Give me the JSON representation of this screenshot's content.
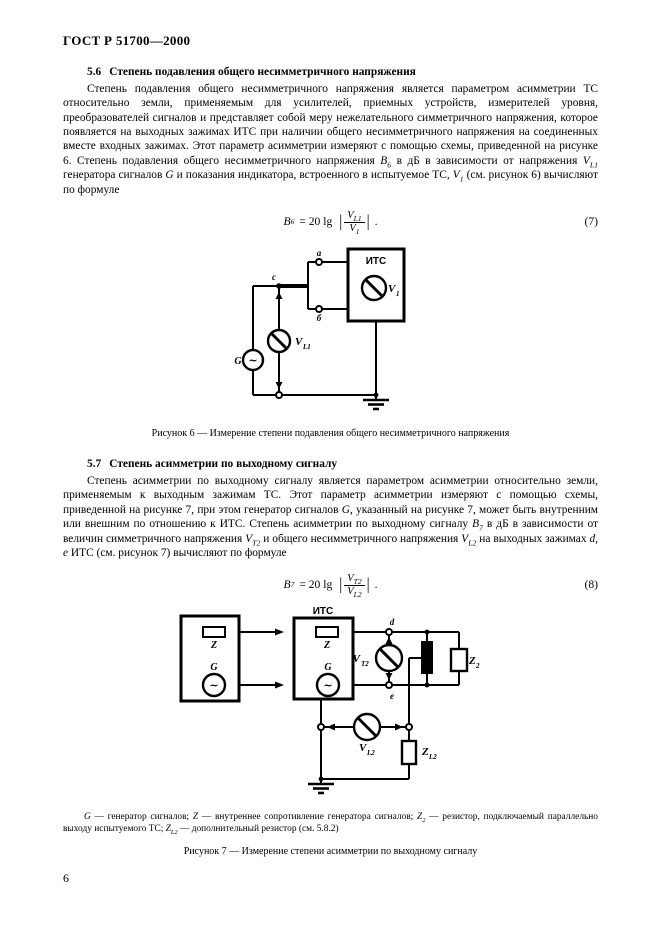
{
  "page": {
    "header": "ГОСТ Р 51700—2000",
    "number": "6"
  },
  "section_5_6": {
    "num": "5.6",
    "title": "Степень подавления общего несимметричного напряжения",
    "body": [
      {
        "t": "Степень подавления общего несимметричного напряжения является параметром асимметрии ТС относительно земли, применяемым для усилителей, приемных устройств, измерителей уровня, преобразователей сигналов и представляет собой меру нежелательного симметричного напряжения, которое появляется на выходных зажимах ИТС при наличии общего несимметричного напряжения на соединенных вместе входных зажимах. Этот параметр асимметрии измеряют с помощью схемы, приведенной на рисунке 6. Степень подавления общего несимметричного напряжения "
      },
      {
        "t": "B",
        "i": 1
      },
      {
        "t": "6",
        "i": 1,
        "sub": 1
      },
      {
        "t": " в дБ в зависимости от напряжения "
      },
      {
        "t": "V",
        "i": 1
      },
      {
        "t": "L1",
        "i": 1,
        "sub": 1
      },
      {
        "t": " генератора сигналов "
      },
      {
        "t": "G",
        "i": 1
      },
      {
        "t": " и показания индикатора, встроенного в испытуемое ТС, "
      },
      {
        "t": "V",
        "i": 1
      },
      {
        "t": "1",
        "i": 1,
        "sub": 1
      },
      {
        "t": " (см. рисунок 6) вычисляют по формуле"
      }
    ]
  },
  "formula_7": {
    "lhs": "B",
    "lhs_sub": "6",
    "rel": "= 20 lg",
    "pipe": "|",
    "num": "V",
    "num_sub": "L1",
    "den": "V",
    "den_sub": "1",
    "period": ".",
    "tag": "(7)"
  },
  "figure_6": {
    "caption": "Рисунок 6 — Измерение степени подавления общего несимметричного напряжения",
    "labels": {
      "device": "ИТС",
      "generator": "G",
      "tilde": "~",
      "v1": "V",
      "v1_sub": "1",
      "vl1": "V",
      "vl1_sub": "L1",
      "term_a": "а",
      "term_b": "б",
      "term_c": "с"
    }
  },
  "section_5_7": {
    "num": "5.7",
    "title": "Степень асимметрии по выходному сигналу",
    "body": [
      {
        "t": "Степень асимметрии по выходному сигналу является параметром асимметрии относительно земли, применяемым к выходным зажимам ТС. Этот параметр асимметрии измеряют с помощью схемы, приведенной на рисунке 7, при этом генератор сигналов "
      },
      {
        "t": "G",
        "i": 1
      },
      {
        "t": ", указанный на рисунке 7, может быть внутренним или внешним по отношению к ИТС. Степень асимметрии по выходному сигналу "
      },
      {
        "t": "B",
        "i": 1
      },
      {
        "t": "7",
        "i": 1,
        "sub": 1
      },
      {
        "t": " в дБ в зависимости от величин симметричного напряжения "
      },
      {
        "t": "V",
        "i": 1
      },
      {
        "t": "T2",
        "i": 1,
        "sub": 1
      },
      {
        "t": " и общего несимметричного напряжения "
      },
      {
        "t": "V",
        "i": 1
      },
      {
        "t": "L2",
        "i": 1,
        "sub": 1
      },
      {
        "t": " на выходных зажимах "
      },
      {
        "t": "d, e",
        "i": 1
      },
      {
        "t": " ИТС (см. рисунок 7) вычисляют по формуле"
      }
    ]
  },
  "formula_8": {
    "lhs": "B",
    "lhs_sub": "7",
    "rel": "= 20 lg",
    "pipe": "|",
    "num": "V",
    "num_sub": "T2",
    "den": "V",
    "den_sub": "L2",
    "period": ".",
    "tag": "(8)"
  },
  "figure_7": {
    "legend": [
      {
        "t": "G",
        "i": 1
      },
      {
        "t": " — генератор сигналов; "
      },
      {
        "t": "Z",
        "i": 1
      },
      {
        "t": " — внутреннее сопротивление генератора сигналов; "
      },
      {
        "t": "Z",
        "i": 1
      },
      {
        "t": "2",
        "i": 1,
        "sub": 1
      },
      {
        "t": " — резистор, подключаемый параллельно выходу испытуемого ТС; "
      },
      {
        "t": "Z",
        "i": 1
      },
      {
        "t": "L2",
        "i": 1,
        "sub": 1
      },
      {
        "t": " — дополнительный резистор (см. 5.8.2)"
      }
    ],
    "caption": "Рисунок 7 — Измерение степени асимметрии по выходному сигналу",
    "labels": {
      "device": "ИТС",
      "z_ext": "Z",
      "g_ext": "G",
      "tilde_ext": "~",
      "z_int": "Z",
      "g_int": "G",
      "tilde_int": "~",
      "vt2": "V",
      "vt2_sub": "T2",
      "vl2": "V",
      "vl2_sub": "L2",
      "z2": "Z",
      "z2_sub": "2",
      "zl2": "Z",
      "zl2_sub": "L2",
      "term_d": "d",
      "term_e": "e"
    }
  }
}
